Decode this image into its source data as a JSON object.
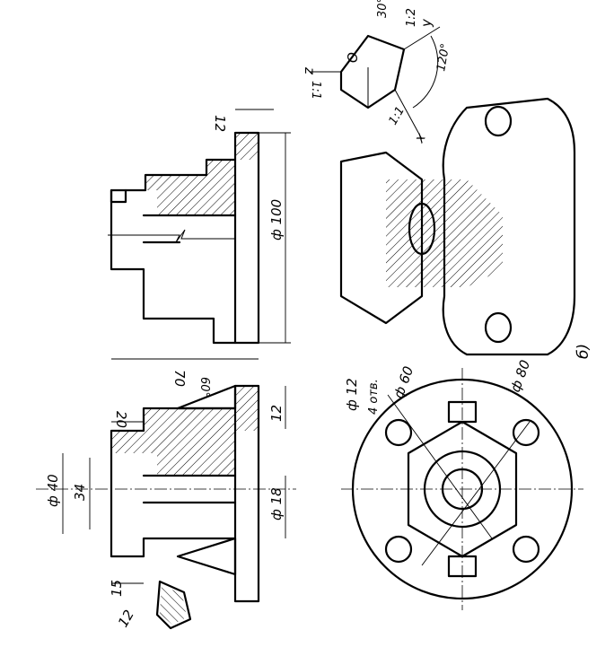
{
  "labels": {
    "phi40": "ф 40",
    "d34": "34",
    "d15": "15",
    "d12_cut": "12",
    "d20": "20",
    "d70": "70",
    "a60": "60°",
    "d12_rib": "12",
    "phi18": "ф 18",
    "phi100": "ф 100",
    "d12_flange": "12",
    "phi12_holes_top": "ф 12",
    "phi12_holes_bottom": "4 отв.",
    "phi60": "ф 60",
    "phi80": "ф 80",
    "axis_z": "z",
    "axis_x": "x",
    "axis_y": "y",
    "scale_z": "1:1",
    "scale_x": "1:1",
    "scale_y": "1:2",
    "a30": "30°",
    "a120": "120°",
    "origin": "O",
    "subfig": "б)"
  }
}
